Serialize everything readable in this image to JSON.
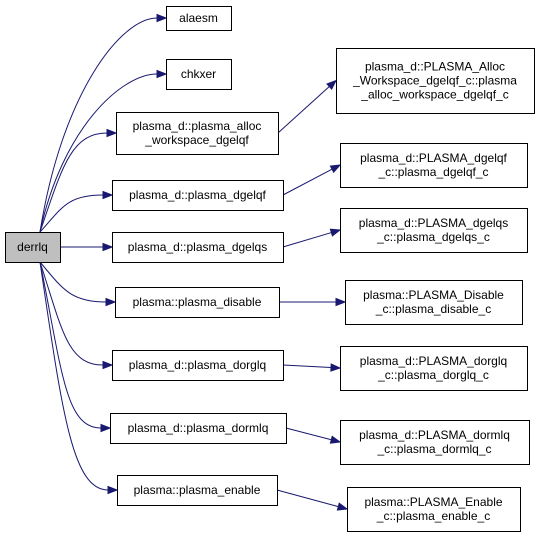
{
  "root": {
    "lines": [
      "derrlq"
    ]
  },
  "calls": [
    {
      "id": "alaesm",
      "lines": [
        "alaesm"
      ]
    },
    {
      "id": "chkxer",
      "lines": [
        "chkxer"
      ]
    },
    {
      "id": "alloc_ws",
      "lines": [
        "plasma_d::plasma_alloc",
        "_workspace_dgelqf"
      ]
    },
    {
      "id": "dgelqf",
      "lines": [
        "plasma_d::plasma_dgelqf"
      ]
    },
    {
      "id": "dgelqs",
      "lines": [
        "plasma_d::plasma_dgelqs"
      ]
    },
    {
      "id": "disable",
      "lines": [
        "plasma::plasma_disable"
      ]
    },
    {
      "id": "dorglq",
      "lines": [
        "plasma_d::plasma_dorglq"
      ]
    },
    {
      "id": "dormlq",
      "lines": [
        "plasma_d::plasma_dormlq"
      ]
    },
    {
      "id": "enable",
      "lines": [
        "plasma::plasma_enable"
      ]
    }
  ],
  "impl": [
    {
      "from": "alloc_ws",
      "lines": [
        "plasma_d::PLASMA_Alloc",
        "_Workspace_dgelqf_c::plasma",
        "_alloc_workspace_dgelqf_c"
      ]
    },
    {
      "from": "dgelqf",
      "lines": [
        "plasma_d::PLASMA_dgelqf",
        "_c::plasma_dgelqf_c"
      ]
    },
    {
      "from": "dgelqs",
      "lines": [
        "plasma_d::PLASMA_dgelqs",
        "_c::plasma_dgelqs_c"
      ]
    },
    {
      "from": "disable",
      "lines": [
        "plasma::PLASMA_Disable",
        "_c::plasma_disable_c"
      ]
    },
    {
      "from": "dorglq",
      "lines": [
        "plasma_d::PLASMA_dorglq",
        "_c::plasma_dorglq_c"
      ]
    },
    {
      "from": "dormlq",
      "lines": [
        "plasma_d::PLASMA_dormlq",
        "_c::plasma_dormlq_c"
      ]
    },
    {
      "from": "enable",
      "lines": [
        "plasma::PLASMA_Enable",
        "_c::plasma_enable_c"
      ]
    }
  ],
  "colors": {
    "edge": "#191970",
    "root_fill": "#bfbfbf",
    "node_fill": "#ffffff",
    "border": "#000000"
  }
}
